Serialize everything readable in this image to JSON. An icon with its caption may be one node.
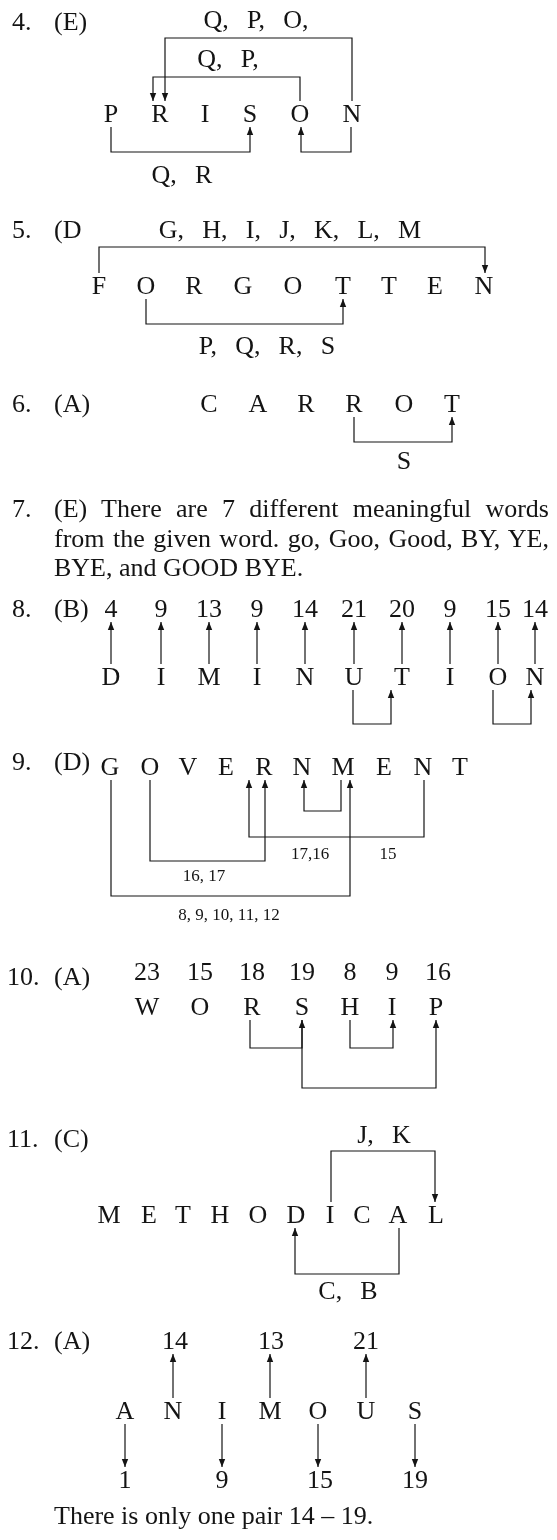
{
  "diagram": {
    "nodes": [
      {
        "text": [
          "P"
        ]
      },
      {
        "text": [
          "R"
        ]
      },
      {
        "text": [
          "I"
        ]
      },
      {
        "text": [
          "S"
        ]
      },
      {
        "text": [
          "O"
        ]
      },
      {
        "text": [
          "N"
        ]
      },
      {
        "text": [
          "F"
        ]
      },
      {
        "text": [
          "O"
        ]
      },
      {
        "text": [
          "R"
        ]
      },
      {
        "text": [
          "G"
        ]
      },
      {
        "text": [
          "O"
        ]
      },
      {
        "text": [
          "T"
        ]
      },
      {
        "text": [
          "T"
        ]
      },
      {
        "text": [
          "E"
        ]
      },
      {
        "text": [
          "N"
        ]
      },
      {
        "text": [
          "C"
        ]
      },
      {
        "text": [
          "A"
        ]
      },
      {
        "text": [
          "R"
        ]
      },
      {
        "text": [
          "R"
        ]
      },
      {
        "text": [
          "O"
        ]
      },
      {
        "text": [
          "T"
        ]
      },
      {
        "text": [
          "4"
        ]
      },
      {
        "text": [
          "9"
        ]
      },
      {
        "text": [
          "13"
        ]
      },
      {
        "text": [
          "9"
        ]
      },
      {
        "text": [
          "14"
        ]
      },
      {
        "text": [
          "21"
        ]
      },
      {
        "text": [
          "20"
        ]
      },
      {
        "text": [
          "9"
        ]
      },
      {
        "text": [
          "15"
        ]
      },
      {
        "text": [
          "14"
        ]
      },
      {
        "text": [
          "D"
        ]
      },
      {
        "text": [
          "I"
        ]
      },
      {
        "text": [
          "M"
        ]
      },
      {
        "text": [
          "I"
        ]
      },
      {
        "text": [
          "N"
        ]
      },
      {
        "text": [
          "U"
        ]
      },
      {
        "text": [
          "T"
        ]
      },
      {
        "text": [
          "I"
        ]
      },
      {
        "text": [
          "O"
        ]
      },
      {
        "text": [
          "N"
        ]
      },
      {
        "text": [
          "G"
        ]
      },
      {
        "text": [
          "O"
        ]
      },
      {
        "text": [
          "V"
        ]
      },
      {
        "text": [
          "E"
        ]
      },
      {
        "text": [
          "R"
        ]
      },
      {
        "text": [
          "N"
        ]
      },
      {
        "text": [
          "M"
        ]
      },
      {
        "text": [
          "E"
        ]
      },
      {
        "text": [
          "N"
        ]
      },
      {
        "text": [
          "T"
        ]
      },
      {
        "text": [
          "W"
        ]
      },
      {
        "text": [
          "O"
        ]
      },
      {
        "text": [
          "R"
        ]
      },
      {
        "text": [
          "S"
        ]
      },
      {
        "text": [
          "H"
        ]
      },
      {
        "text": [
          "I"
        ]
      },
      {
        "text": [
          "P"
        ]
      },
      {
        "text": [
          "M"
        ]
      },
      {
        "text": [
          "E"
        ]
      },
      {
        "text": [
          "T"
        ]
      },
      {
        "text": [
          "H"
        ]
      },
      {
        "text": [
          "O"
        ]
      },
      {
        "text": [
          "D"
        ]
      },
      {
        "text": [
          "I"
        ]
      },
      {
        "text": [
          "C"
        ]
      },
      {
        "text": [
          "A"
        ]
      },
      {
        "text": [
          "L"
        ]
      },
      {
        "text": [
          "14"
        ]
      },
      {
        "text": [
          "13"
        ]
      },
      {
        "text": [
          "21"
        ]
      },
      {
        "text": [
          "A"
        ]
      },
      {
        "text": [
          "N"
        ]
      },
      {
        "text": [
          "I"
        ]
      },
      {
        "text": [
          "M"
        ]
      },
      {
        "text": [
          "O"
        ]
      },
      {
        "text": [
          "U"
        ]
      },
      {
        "text": [
          "S"
        ]
      },
      {
        "text": [
          "1"
        ]
      },
      {
        "text": [
          "9"
        ]
      },
      {
        "text": [
          "15"
        ]
      },
      {
        "text": [
          "19"
        ]
      }
    ],
    "edges": [
      {
        "from": 5,
        "to": 1,
        "arrow": "to",
        "label": "Q, P, O,"
      },
      {
        "from": 4,
        "to": 1,
        "arrow": "to",
        "label": "Q, P,"
      },
      {
        "from": 0,
        "to": 3,
        "arrow": "to",
        "label": "Q, R"
      },
      {
        "from": 5,
        "to": 4,
        "arrow": "to"
      },
      {
        "from": 6,
        "to": 14,
        "arrow": "to",
        "label": "G, H, I, J, K, L, M"
      },
      {
        "from": 7,
        "to": 11,
        "arrow": "to",
        "label": "P, Q, R, S"
      },
      {
        "from": 18,
        "to": 20,
        "arrow": "to",
        "label": "S"
      },
      {
        "from": 31,
        "to": 21,
        "arrow": "to"
      },
      {
        "from": 32,
        "to": 22,
        "arrow": "to"
      },
      {
        "from": 33,
        "to": 23,
        "arrow": "to"
      },
      {
        "from": 34,
        "to": 24,
        "arrow": "to"
      },
      {
        "from": 35,
        "to": 25,
        "arrow": "to"
      },
      {
        "from": 36,
        "to": 26,
        "arrow": "to"
      },
      {
        "from": 37,
        "to": 27,
        "arrow": "to"
      },
      {
        "from": 38,
        "to": 28,
        "arrow": "to"
      },
      {
        "from": 39,
        "to": 29,
        "arrow": "to"
      },
      {
        "from": 40,
        "to": 30,
        "arrow": "to"
      },
      {
        "from": 36,
        "to": 37,
        "arrow": "to"
      },
      {
        "from": 39,
        "to": 40,
        "arrow": "to"
      },
      {
        "from": 47,
        "to": 46,
        "arrow": "to"
      },
      {
        "from": 49,
        "to": 45,
        "arrow": "to",
        "label": "17,16"
      },
      {
        "from": 42,
        "to": 45,
        "arrow": "to",
        "label": "16, 17"
      },
      {
        "from": 41,
        "to": 47,
        "arrow": "to",
        "label": "8, 9, 10, 11, 12"
      },
      {
        "from": 53,
        "to": 54,
        "arrow": "to"
      },
      {
        "from": 55,
        "to": 56,
        "arrow": "to"
      },
      {
        "from": 54,
        "to": 57,
        "arrow": "to"
      },
      {
        "from": 64,
        "to": 67,
        "arrow": "to",
        "label": "J, K"
      },
      {
        "from": 66,
        "to": 63,
        "arrow": "to",
        "label": "C, B"
      },
      {
        "from": 72,
        "to": 68,
        "arrow": "to"
      },
      {
        "from": 74,
        "to": 69,
        "arrow": "to"
      },
      {
        "from": 76,
        "to": 70,
        "arrow": "to"
      },
      {
        "from": 71,
        "to": 78,
        "arrow": "to"
      },
      {
        "from": 73,
        "to": 79,
        "arrow": "to"
      },
      {
        "from": 75,
        "to": 80,
        "arrow": "to"
      },
      {
        "from": 77,
        "to": 81,
        "arrow": "to"
      }
    ],
    "labels": [
      "4.",
      "(E)",
      "5.",
      "(D",
      "6.",
      "(A)",
      "7.",
      "(E) There are 7 different meaningful words from the given word. go, Goo, Good, BY, YE, BYE, and GOOD BYE.",
      "8.",
      "(B)",
      "9.",
      "(D)",
      "15",
      "10.",
      "(A)",
      "23",
      "15",
      "18",
      "19",
      "8",
      "9",
      "16",
      "11.",
      "(C)",
      "12.",
      "(A)",
      "There is only one pair 14 – 19."
    ]
  }
}
